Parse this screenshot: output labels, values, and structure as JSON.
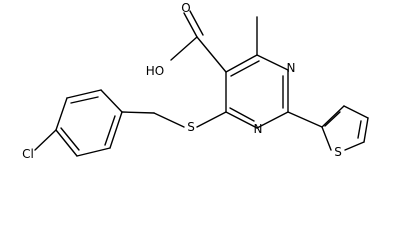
{
  "molecule": {
    "atoms": {
      "carboxyl_oxygen": "O",
      "hydroxyl": "HO",
      "pyrimidine_n_top": "N",
      "pyrimidine_n_bottom": "N",
      "thioether_sulfur": "S",
      "thiophene_sulfur": "S",
      "chlorine": "Cl"
    }
  }
}
